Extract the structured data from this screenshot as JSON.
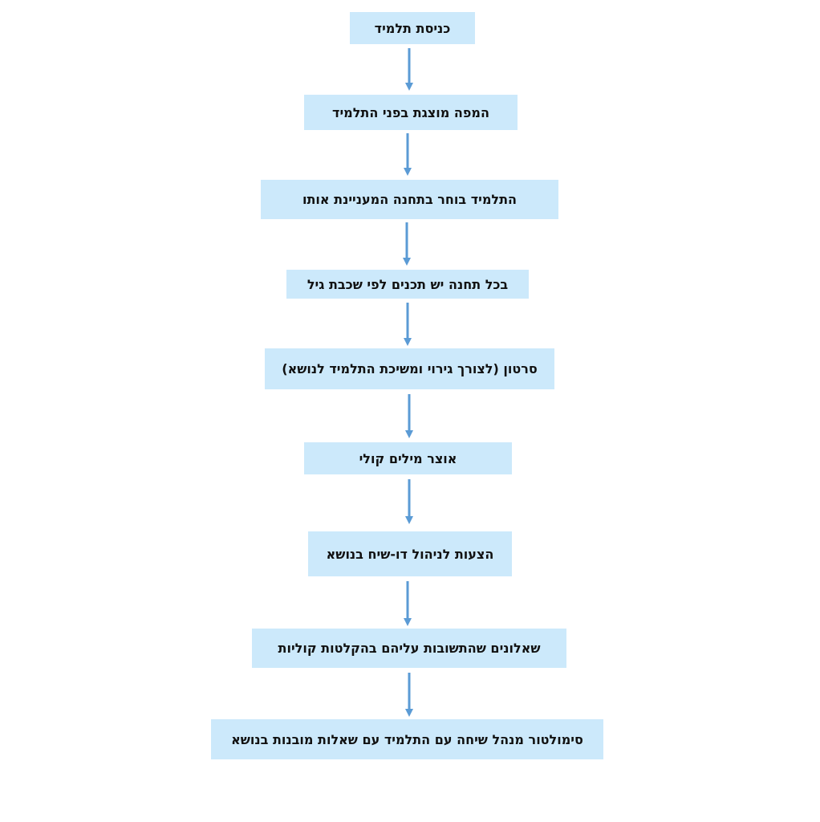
{
  "flowchart": {
    "arrow_color": "#5b9bd5",
    "box_color": "#cce9fb",
    "steps": [
      "כניסת תלמיד",
      "המפה מוצגת בפני התלמיד",
      "התלמיד בוחר בתחנה המעניינת אותו",
      "בכל תחנה יש תכנים לפי שכבת גיל",
      "סרטון (לצורך גירוי ומשיכת התלמיד לנושא)",
      "אוצר מילים קולי",
      "הצעות לניהול דו-שיח בנושא",
      "שאלונים שהתשובות עליהם בהקלטות קוליות",
      "סימולטור מנהל שיחה עם התלמיד עם שאלות מובנות בנושא"
    ]
  }
}
